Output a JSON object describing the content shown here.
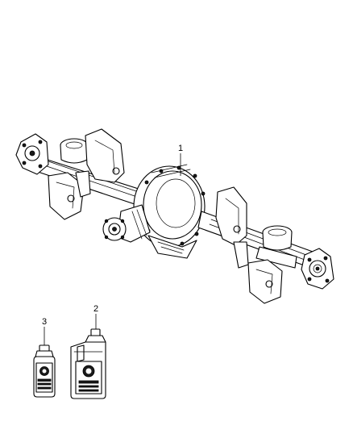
{
  "callouts": [
    {
      "label": "1",
      "part": "rear-axle-assembly"
    },
    {
      "label": "2",
      "part": "gear-oil-bottle-large"
    },
    {
      "label": "3",
      "part": "gear-oil-bottle-small"
    }
  ],
  "colors": {
    "ink": "#000000",
    "paper": "#ffffff"
  }
}
